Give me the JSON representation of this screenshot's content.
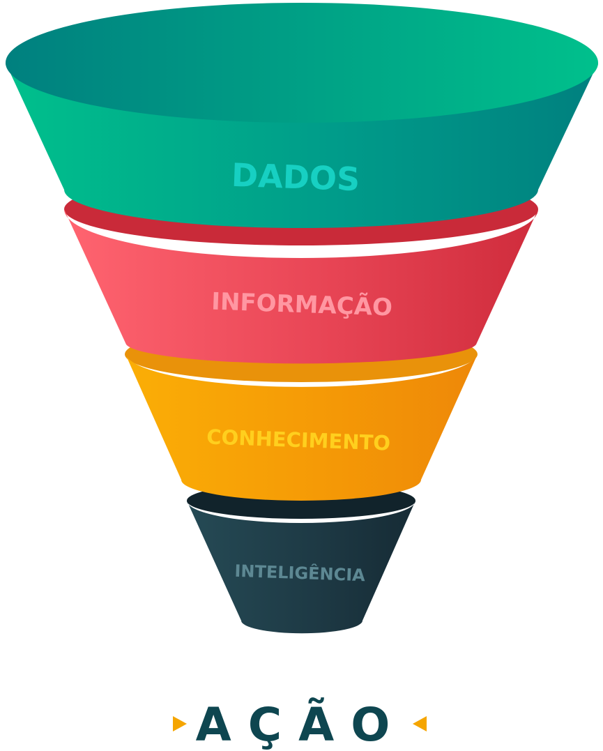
{
  "stages": [
    {
      "label": "DADOS",
      "colors": {
        "light": "#00C08C",
        "mid": "#009C8A",
        "dark": "#00807F",
        "rim": "#07A98C",
        "inner": "#00897F",
        "text": "#17D0C2"
      }
    },
    {
      "label": "INFORMAÇÃO",
      "colors": {
        "light": "#FF6470",
        "mid": "#E84555",
        "dark": "#CF2C3C",
        "rim": "#C92A39",
        "inner": "#E84A5A",
        "text": "#FF97A2"
      }
    },
    {
      "label": "CONHECIMENTO",
      "colors": {
        "light": "#FBAE06",
        "mid": "#F59A06",
        "dark": "#EE8808",
        "rim": "#E9920A",
        "inner": "#F5A404",
        "text": "#FFCF1E"
      }
    },
    {
      "label": "INTELIGÊNCIA",
      "colors": {
        "light": "#254A55",
        "mid": "#1E3A45",
        "dark": "#162B35",
        "rim": "#11232B",
        "inner": "#2A4752",
        "text": "#5D8893"
      }
    }
  ],
  "result": {
    "label": "AÇÃO",
    "color": "#0E4650",
    "accent": "#F5A500"
  }
}
